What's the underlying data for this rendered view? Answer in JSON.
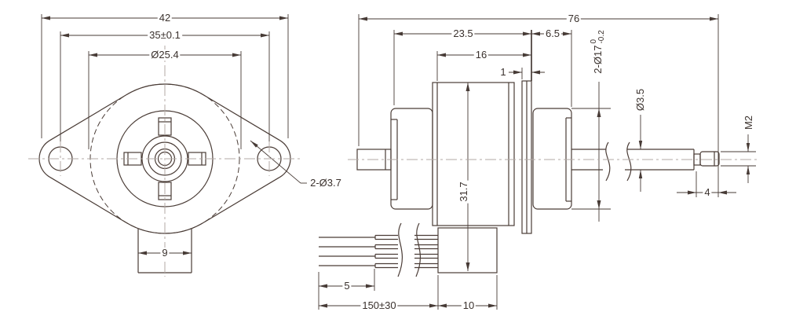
{
  "front_view": {
    "overall_width": "42",
    "mount_hole_spacing": "35±0.1",
    "pilot_circle_diameter": "Ø25.4",
    "mount_holes": "2-Ø3.7",
    "bottom_tab_width": "9"
  },
  "side_view": {
    "overall_length": "76",
    "body_length": "23.5",
    "rear_boss_length": "6.5",
    "stator_length": "16",
    "flange_thickness": "1",
    "boss_diameter": "2-Ø17",
    "boss_tol_upper": "0",
    "boss_tol_lower": "-0.2",
    "shaft_diameter": "Ø3.5",
    "thread_spec": "M2",
    "body_diameter": "31.7",
    "thread_length": "4",
    "lead_strip_length": "5",
    "lead_length": "150±30",
    "connector_width": "10"
  }
}
